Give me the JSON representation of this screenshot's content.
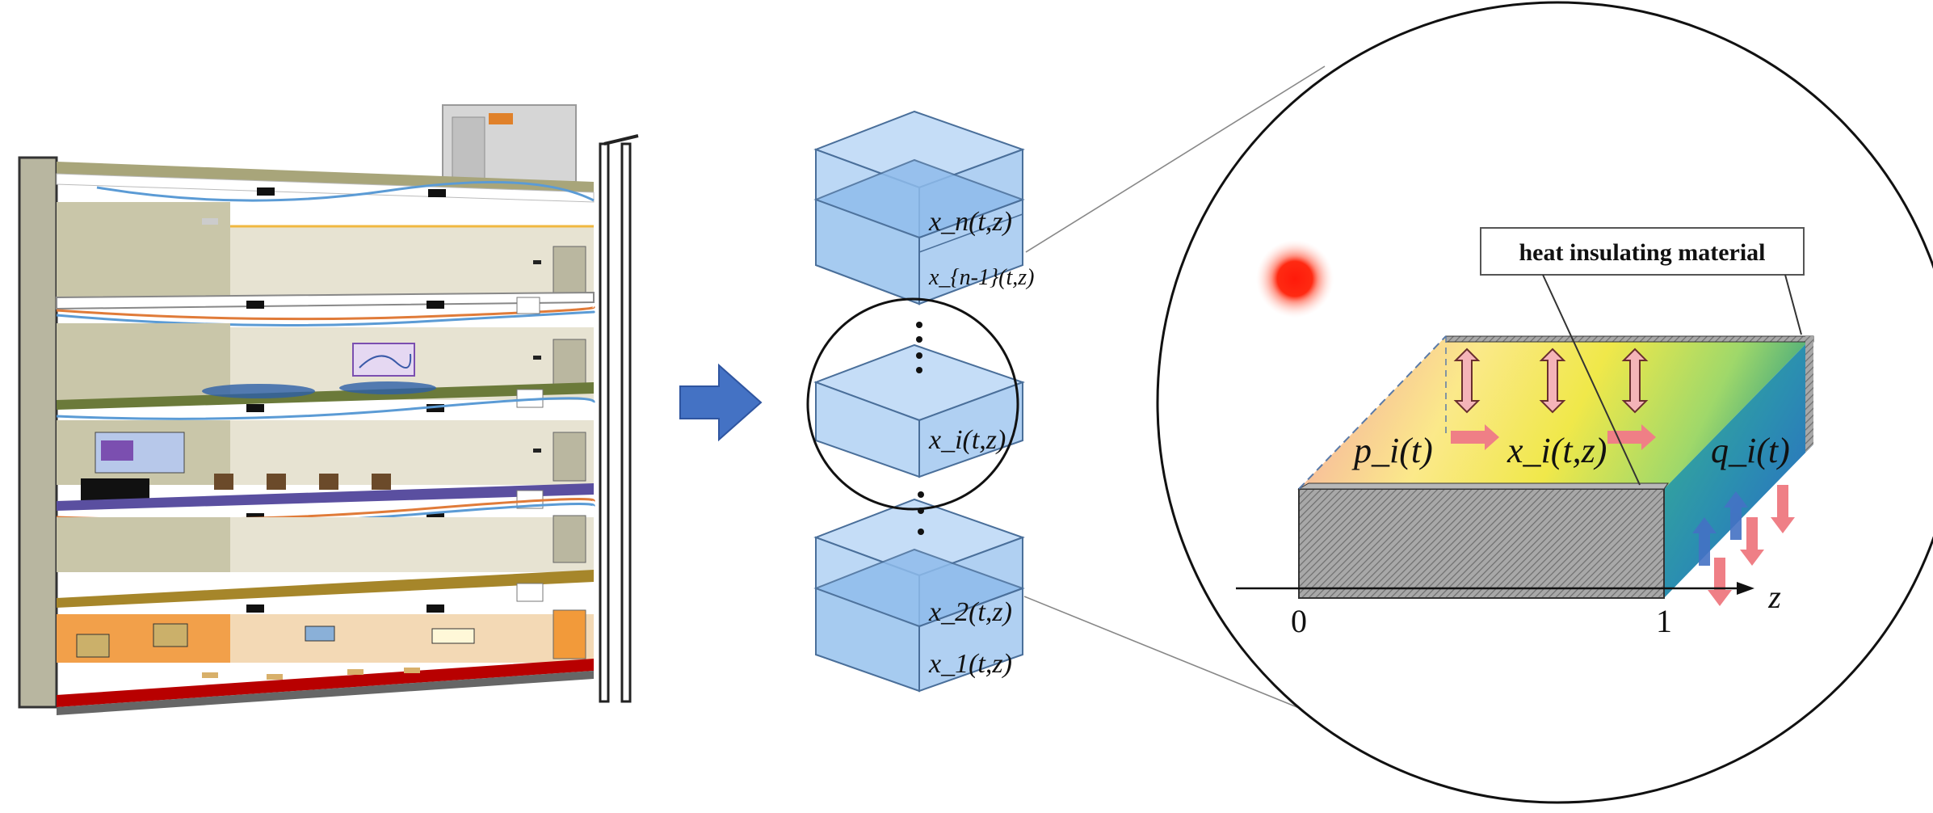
{
  "stack_labels": {
    "top": "x_n(t,z)",
    "top_second": "x_{n-1}(t,z)",
    "middle": "x_i(t,z)",
    "bottom_second": "x_2(t,z)",
    "bottom": "x_1(t,z)"
  },
  "detail": {
    "callout": "heat insulating material",
    "input_label": "p_i(t)",
    "state_label": "x_i(t,z)",
    "output_label": "q_i(t)",
    "axis_zero": "0",
    "axis_one": "1",
    "axis_var": "z"
  },
  "colors": {
    "floor_olive": "#9e9a6d",
    "wall_beige": "#e7e3d2",
    "box_blue": "#bcd8f5",
    "box_edge": "#4a6f9a",
    "arrow_blue": "#4472c4",
    "heat_red": "#e53935",
    "arrow_pink": "#ef7f86"
  },
  "icons": [
    "building-cross-section-icon",
    "flow-arrow-icon",
    "sun-icon",
    "heat-flux-arrow-icon"
  ]
}
